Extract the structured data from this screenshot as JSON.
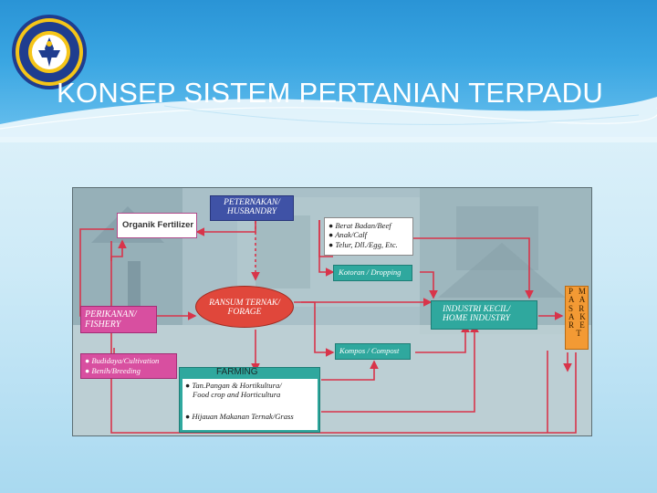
{
  "slide": {
    "title": "KONSEP SISTEM PERTANIAN TERPADU"
  },
  "colors": {
    "header": "#3aa6e2",
    "flow_line": "#d8344a",
    "husbandry_box": "#3f52a6",
    "teal_box": "#2fa89e",
    "pink_box": "#d84fa0",
    "forage_oval": "#e0473b",
    "market_box": "#f39a34"
  },
  "logo": {
    "icon": "university-seal-icon"
  },
  "diagram": {
    "organic_fertilizer": "Organik Fertilizer",
    "husbandry": [
      "PETERNAKAN/",
      "HUSBANDRY"
    ],
    "husbandry_outputs": [
      "Berat Badan/Beef",
      "Anak/Calf",
      "Telur, Dll./Egg, Etc."
    ],
    "dropping": "Kotoran / Dropping",
    "fishery": [
      "PERIKANAN/",
      "FISHERY"
    ],
    "forage": [
      "RANSUM TERNAK/",
      "FORAGE"
    ],
    "home_industry": [
      "INDUSTRI KECIL/",
      "HOME INDUSTRY"
    ],
    "compost": "Kompos / Compost",
    "fishery_items": [
      "Budidaya/Cultivation",
      "Benih/Breeding"
    ],
    "farming": {
      "title": "FARMING",
      "items": [
        "Tan.Pangan & Hortikultura/",
        "Food crop and Horticultura",
        "Hijauan Makanan Ternak/Grass"
      ]
    },
    "market": [
      "P M",
      "A A",
      "S R",
      "A K",
      "R E",
      "  T"
    ]
  }
}
